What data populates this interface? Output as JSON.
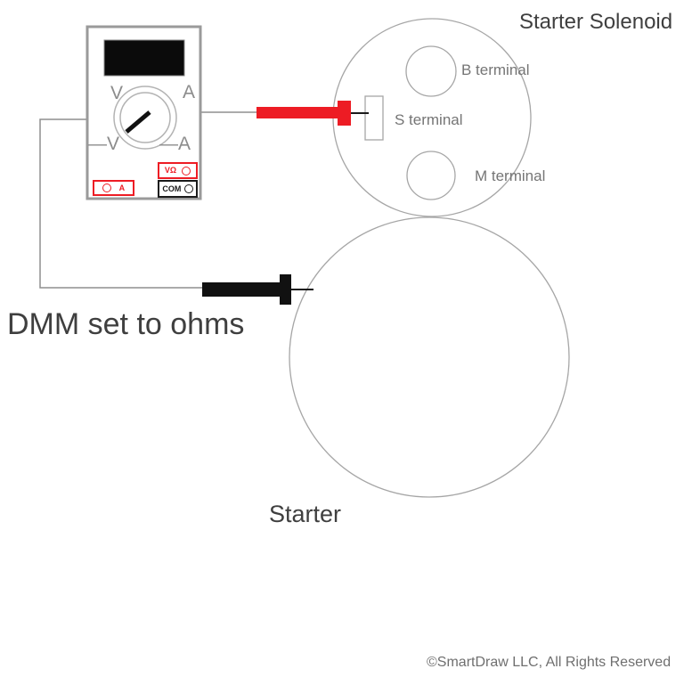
{
  "solenoid": {
    "title": "Starter Solenoid",
    "b_terminal": "B terminal",
    "s_terminal": "S terminal",
    "m_terminal": "M terminal"
  },
  "starter": {
    "label": "Starter"
  },
  "caption": "DMM set to ohms",
  "multimeter": {
    "dial_labels": {
      "v_top": "V",
      "a_top": "A",
      "v_bottom": "—V",
      "a_bottom": "—A"
    },
    "jacks": {
      "vohm": "VΩ",
      "com": "COM",
      "amp": "A"
    }
  },
  "footer": {
    "copyright": "©SmartDraw LLC, All Rights Reserved"
  },
  "colors": {
    "probe_red": "#ed1c24",
    "outline": "#a6a6a6",
    "wire": "#8f8f8f",
    "text_dark": "#3f3f3f",
    "text_gray": "#757575",
    "text_light": "#6f6f6f"
  }
}
